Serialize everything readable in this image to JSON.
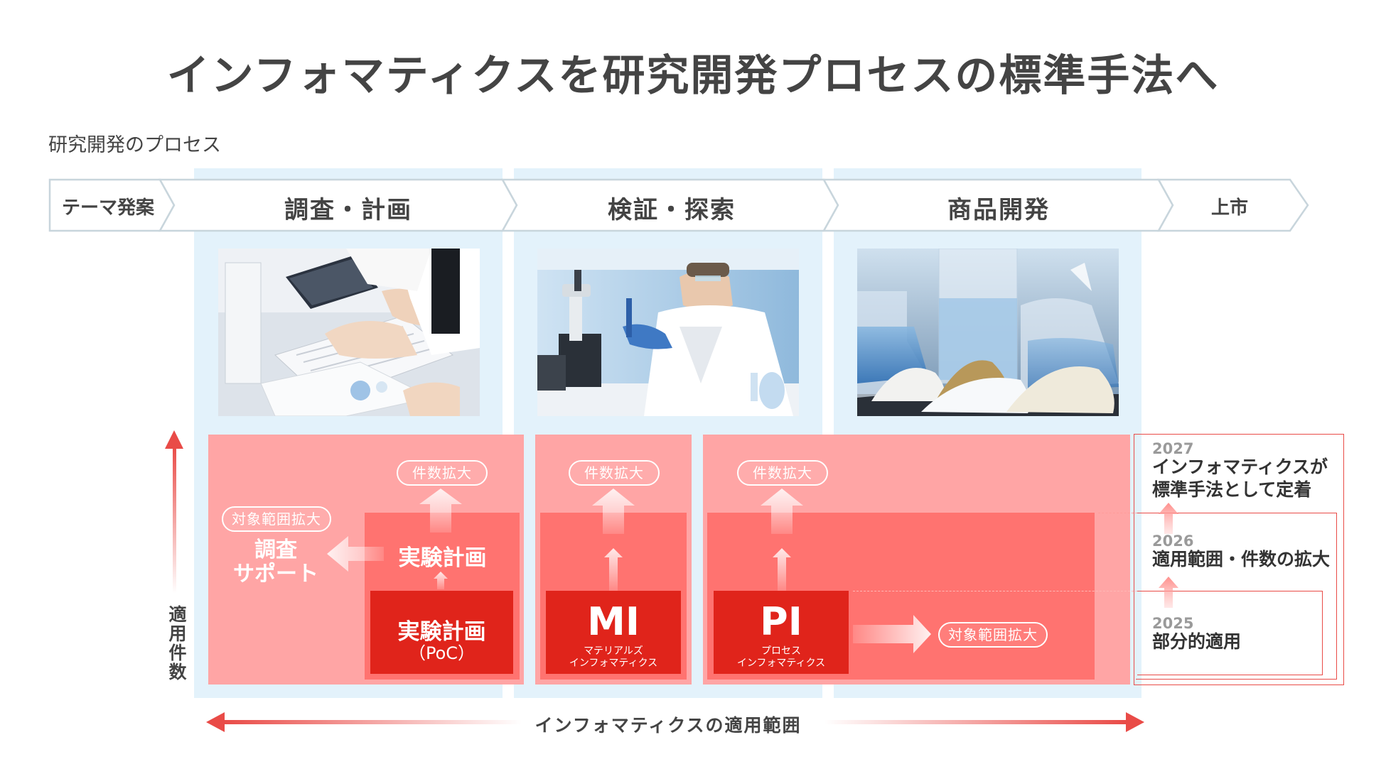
{
  "title": "インフォマティクスを研究開発プロセスの標準手法へ",
  "section_label": "研究開発のプロセス",
  "process": {
    "stages": [
      {
        "label": "テーマ発案"
      },
      {
        "label": "調査・計画"
      },
      {
        "label": "検証・探索"
      },
      {
        "label": "商品開発"
      },
      {
        "label": "上市"
      }
    ]
  },
  "columns": {
    "c1": {
      "pill_up": "件数拡大",
      "pill_scope": "対象範囲拡大",
      "support": "調査\nサポート",
      "mid_label": "実験計画",
      "dark_label_1": "実験計画",
      "dark_label_2": "（PoC）"
    },
    "c2": {
      "pill_up": "件数拡大",
      "big": "MI",
      "small_1": "マテリアルズ",
      "small_2": "インフォマティクス"
    },
    "c3": {
      "pill_up": "件数拡大",
      "big": "PI",
      "small_1": "プロセス",
      "small_2": "インフォマティクス",
      "pill_right": "対象範囲拡大"
    }
  },
  "y_axis_label": "適用件数",
  "x_axis_label": "インフォマティクスの適用範囲",
  "roadmap": [
    {
      "year": "2027",
      "text_1": "インフォマティクスが",
      "text_2": "標準手法として定着"
    },
    {
      "year": "2026",
      "text_1": "適用範囲・件数の拡大",
      "text_2": ""
    },
    {
      "year": "2025",
      "text_1": "部分的適用",
      "text_2": ""
    }
  ],
  "colors": {
    "light_blue": "#e3f2fb",
    "pink": "#ffa5a5",
    "mid_red": "#ff7370",
    "dark_red": "#e0241b",
    "arrow_red": "#e94b47"
  },
  "icons": [
    "up-arrow-icon",
    "left-arrow-icon",
    "right-arrow-icon",
    "double-headed-arrow-icon"
  ]
}
